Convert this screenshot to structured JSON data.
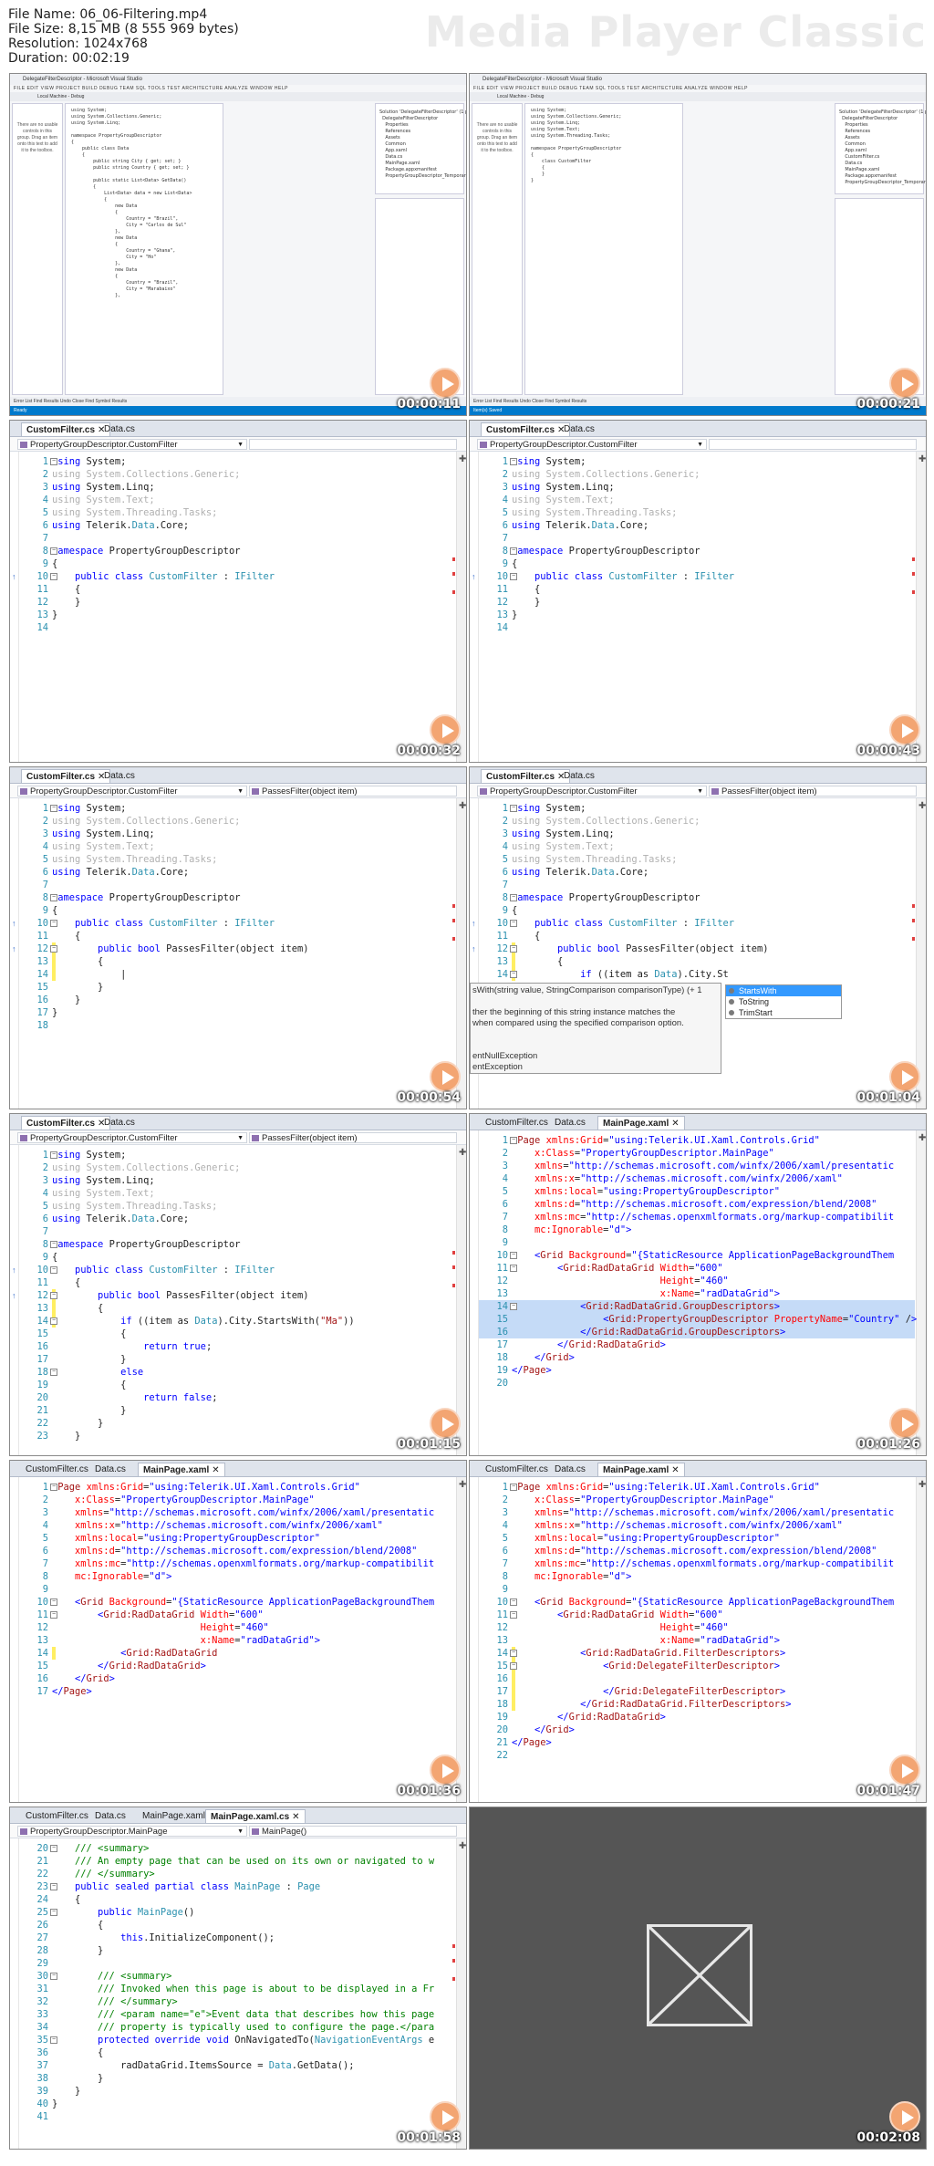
{
  "header": {
    "file_name": "File Name: 06_06-Filtering.mp4",
    "file_size": "File Size: 8,15 MB (8 555 969 bytes)",
    "resolution": "Resolution: 1024x768",
    "duration": "Duration: 00:02:19",
    "brand": "Media Player Classic"
  },
  "frames": [
    {
      "timestamp": "00:00:11",
      "window_title": "DelegateFilterDescriptor - Microsoft Visual Studio",
      "menu": "FILE EDIT VIEW PROJECT BUILD DEBUG TEAM SQL TOOLS TEST ARCHITECTURE ANALYZE WINDOW HELP",
      "toolbar": "Local Machine - Debug",
      "toolbox_text": "There are no usable controls in this group. Drag an item onto this text to add it to the toolbox.",
      "code": "using System;\nusing System.Collections.Generic;\nusing System.Linq;\n\nnamespace PropertyGroupDescriptor\n{\n    public class Data\n    {\n        public string City { get; set; }\n        public string Country { get; set; }\n\n        public static List<Data> GetData()\n        {\n            List<Data> data = new List<Data>\n            {\n                new Data\n                {\n                    Country = \"Brazil\",\n                    City = \"Carlos de Sul\"\n                },\n                new Data\n                {\n                    Country = \"Ghana\",\n                    City = \"Ho\"\n                },\n                new Data\n                {\n                    Country = \"Brazil\",\n                    City = \"Marabaixo\"\n                },",
      "solution": "Solution 'DelegateFilterDescriptor' (1 project)\n  DelegateFilterDescriptor\n    Properties\n    References\n    Assets\n    Common\n    App.xaml\n    Data.cs\n    MainPage.xaml\n    Package.appxmanifest\n    PropertyGroupDescriptor_TemporaryKey",
      "status": "Ready",
      "output_tabs": "Error List   Find Results   Undo Close   Find Symbol Results"
    },
    {
      "timestamp": "00:00:21",
      "window_title": "DelegateFilterDescriptor - Microsoft Visual Studio",
      "menu": "FILE EDIT VIEW PROJECT BUILD DEBUG TEAM SQL TOOLS TEST ARCHITECTURE ANALYZE WINDOW HELP",
      "toolbar": "Local Machine - Debug",
      "toolbox_text": "There are no usable controls in this group. Drag an item onto this text to add it to the toolbox.",
      "code": "using System;\nusing System.Collections.Generic;\nusing System.Linq;\nusing System.Text;\nusing System.Threading.Tasks;\n\nnamespace PropertyGroupDescriptor\n{\n    class CustomFilter\n    {\n    }\n}",
      "solution": "Solution 'DelegateFilterDescriptor' (1 project)\n  DelegateFilterDescriptor\n    Properties\n    References\n    Assets\n    Common\n    App.xaml\n    CustomFilter.cs\n    Data.cs\n    MainPage.xaml\n    Package.appxmanifest\n    PropertyGroupDescriptor_TemporaryKey",
      "status": "Item(s) Saved",
      "output_tabs": "Error List   Find Results   Undo Close   Find Symbol Results"
    },
    {
      "timestamp": "00:00:32",
      "tabs": [
        "CustomFilter.cs",
        "Data.cs"
      ],
      "nav_left": "PropertyGroupDescriptor.CustomFilter",
      "nav_right": "",
      "lines": [
        [
          1,
          "using System;"
        ],
        [
          2,
          "using System.Collections.Generic;"
        ],
        [
          3,
          "using System.Linq;"
        ],
        [
          4,
          "using System.Text;"
        ],
        [
          5,
          "using System.Threading.Tasks;"
        ],
        [
          6,
          "using Telerik.Data.Core;"
        ],
        [
          7,
          ""
        ],
        [
          8,
          "namespace PropertyGroupDescriptor"
        ],
        [
          9,
          "{"
        ],
        [
          10,
          "    public class CustomFilter : IFilter"
        ],
        [
          11,
          "    {"
        ],
        [
          12,
          "    }"
        ],
        [
          13,
          "}"
        ],
        [
          14,
          ""
        ]
      ]
    },
    {
      "timestamp": "00:00:43",
      "tabs": [
        "CustomFilter.cs",
        "Data.cs"
      ],
      "nav_left": "PropertyGroupDescriptor.CustomFilter",
      "nav_right": "",
      "lines": [
        [
          1,
          "using System;"
        ],
        [
          2,
          "using System.Collections.Generic;"
        ],
        [
          3,
          "using System.Linq;"
        ],
        [
          4,
          "using System.Text;"
        ],
        [
          5,
          "using System.Threading.Tasks;"
        ],
        [
          6,
          "using Telerik.Data.Core;"
        ],
        [
          7,
          ""
        ],
        [
          8,
          "namespace PropertyGroupDescriptor"
        ],
        [
          9,
          "{"
        ],
        [
          10,
          "    public class CustomFilter : IFilter"
        ],
        [
          11,
          "    {"
        ],
        [
          12,
          "    }"
        ],
        [
          13,
          "}"
        ],
        [
          14,
          ""
        ]
      ]
    },
    {
      "timestamp": "00:00:54",
      "tabs": [
        "CustomFilter.cs",
        "Data.cs"
      ],
      "nav_left": "PropertyGroupDescriptor.CustomFilter",
      "nav_right": "PassesFilter(object item)",
      "lines": [
        [
          1,
          "using System;"
        ],
        [
          2,
          "using System.Collections.Generic;"
        ],
        [
          3,
          "using System.Linq;"
        ],
        [
          4,
          "using System.Text;"
        ],
        [
          5,
          "using System.Threading.Tasks;"
        ],
        [
          6,
          "using Telerik.Data.Core;"
        ],
        [
          7,
          ""
        ],
        [
          8,
          "namespace PropertyGroupDescriptor"
        ],
        [
          9,
          "{"
        ],
        [
          10,
          "    public class CustomFilter : IFilter"
        ],
        [
          11,
          "    {"
        ],
        [
          12,
          "        public bool PassesFilter(object item)"
        ],
        [
          13,
          "        {"
        ],
        [
          14,
          "            |"
        ],
        [
          15,
          "        }"
        ],
        [
          16,
          "    }"
        ],
        [
          17,
          "}"
        ],
        [
          18,
          ""
        ]
      ]
    },
    {
      "timestamp": "00:01:04",
      "tabs": [
        "CustomFilter.cs",
        "Data.cs"
      ],
      "nav_left": "PropertyGroupDescriptor.CustomFilter",
      "nav_right": "PassesFilter(object item)",
      "lines": [
        [
          1,
          "using System;"
        ],
        [
          2,
          "using System.Collections.Generic;"
        ],
        [
          3,
          "using System.Linq;"
        ],
        [
          4,
          "using System.Text;"
        ],
        [
          5,
          "using System.Threading.Tasks;"
        ],
        [
          6,
          "using Telerik.Data.Core;"
        ],
        [
          7,
          ""
        ],
        [
          8,
          "namespace PropertyGroupDescriptor"
        ],
        [
          9,
          "{"
        ],
        [
          10,
          "    public class CustomFilter : IFilter"
        ],
        [
          11,
          "    {"
        ],
        [
          12,
          "        public bool PassesFilter(object item)"
        ],
        [
          13,
          "        {"
        ],
        [
          14,
          "            if ((item as Data).City.St"
        ]
      ],
      "intellisense": [
        "StartsWith",
        "ToString",
        "TrimStart"
      ],
      "tooltip": [
        "sWith(string value, StringComparison comparisonType)  (+ 1",
        "",
        "ther the beginning of this string instance matches the",
        "when compared using the specified comparison option.",
        "",
        "",
        "entNullException",
        "entException"
      ]
    },
    {
      "timestamp": "00:01:15",
      "tabs": [
        "CustomFilter.cs",
        "Data.cs"
      ],
      "nav_left": "PropertyGroupDescriptor.CustomFilter",
      "nav_right": "PassesFilter(object item)",
      "lines": [
        [
          1,
          "using System;"
        ],
        [
          2,
          "using System.Collections.Generic;"
        ],
        [
          3,
          "using System.Linq;"
        ],
        [
          4,
          "using System.Text;"
        ],
        [
          5,
          "using System.Threading.Tasks;"
        ],
        [
          6,
          "using Telerik.Data.Core;"
        ],
        [
          7,
          ""
        ],
        [
          8,
          "namespace PropertyGroupDescriptor"
        ],
        [
          9,
          "{"
        ],
        [
          10,
          "    public class CustomFilter : IFilter"
        ],
        [
          11,
          "    {"
        ],
        [
          12,
          "        public bool PassesFilter(object item)"
        ],
        [
          13,
          "        {"
        ],
        [
          14,
          "            if ((item as Data).City.StartsWith(\"Ma\"))"
        ],
        [
          15,
          "            {"
        ],
        [
          16,
          "                return true;"
        ],
        [
          17,
          "            }"
        ],
        [
          18,
          "            else"
        ],
        [
          19,
          "            {"
        ],
        [
          20,
          "                return false;"
        ],
        [
          21,
          "            }"
        ],
        [
          22,
          "        }"
        ],
        [
          23,
          "    }"
        ]
      ]
    },
    {
      "timestamp": "00:01:26",
      "tabs": [
        "CustomFilter.cs",
        "Data.cs",
        "MainPage.xaml"
      ],
      "nav_left": "",
      "nav_right": "",
      "lines": [
        [
          1,
          "<Page xmlns:Grid=\"using:Telerik.UI.Xaml.Controls.Grid\""
        ],
        [
          2,
          "    x:Class=\"PropertyGroupDescriptor.MainPage\""
        ],
        [
          3,
          "    xmlns=\"http://schemas.microsoft.com/winfx/2006/xaml/presentatic"
        ],
        [
          4,
          "    xmlns:x=\"http://schemas.microsoft.com/winfx/2006/xaml\""
        ],
        [
          5,
          "    xmlns:local=\"using:PropertyGroupDescriptor\""
        ],
        [
          6,
          "    xmlns:d=\"http://schemas.microsoft.com/expression/blend/2008\""
        ],
        [
          7,
          "    xmlns:mc=\"http://schemas.openxmlformats.org/markup-compatibilit"
        ],
        [
          8,
          "    mc:Ignorable=\"d\">"
        ],
        [
          9,
          ""
        ],
        [
          10,
          "    <Grid Background=\"{StaticResource ApplicationPageBackgroundThem"
        ],
        [
          11,
          "        <Grid:RadDataGrid Width=\"600\""
        ],
        [
          12,
          "                          Height=\"460\""
        ],
        [
          13,
          "                          x:Name=\"radDataGrid\">"
        ],
        [
          14,
          "            <Grid:RadDataGrid.GroupDescriptors>"
        ],
        [
          15,
          "                <Grid:PropertyGroupDescriptor PropertyName=\"Country\" />"
        ],
        [
          16,
          "            </Grid:RadDataGrid.GroupDescriptors>"
        ],
        [
          17,
          "        </Grid:RadDataGrid>"
        ],
        [
          18,
          "    </Grid>"
        ],
        [
          19,
          "</Page>"
        ],
        [
          20,
          ""
        ]
      ]
    },
    {
      "timestamp": "00:01:36",
      "tabs": [
        "CustomFilter.cs",
        "Data.cs",
        "MainPage.xaml"
      ],
      "nav_left": "",
      "nav_right": "",
      "lines": [
        [
          1,
          "<Page xmlns:Grid=\"using:Telerik.UI.Xaml.Controls.Grid\""
        ],
        [
          2,
          "    x:Class=\"PropertyGroupDescriptor.MainPage\""
        ],
        [
          3,
          "    xmlns=\"http://schemas.microsoft.com/winfx/2006/xaml/presentatic"
        ],
        [
          4,
          "    xmlns:x=\"http://schemas.microsoft.com/winfx/2006/xaml\""
        ],
        [
          5,
          "    xmlns:local=\"using:PropertyGroupDescriptor\""
        ],
        [
          6,
          "    xmlns:d=\"http://schemas.microsoft.com/expression/blend/2008\""
        ],
        [
          7,
          "    xmlns:mc=\"http://schemas.openxmlformats.org/markup-compatibilit"
        ],
        [
          8,
          "    mc:Ignorable=\"d\">"
        ],
        [
          9,
          ""
        ],
        [
          10,
          "    <Grid Background=\"{StaticResource ApplicationPageBackgroundThem"
        ],
        [
          11,
          "        <Grid:RadDataGrid Width=\"600\""
        ],
        [
          12,
          "                          Height=\"460\""
        ],
        [
          13,
          "                          x:Name=\"radDataGrid\">"
        ],
        [
          14,
          "            <Grid:RadDataGrid"
        ],
        [
          15,
          "        </Grid:RadDataGrid>"
        ],
        [
          16,
          "    </Grid>"
        ],
        [
          17,
          "</Page>"
        ]
      ]
    },
    {
      "timestamp": "00:01:47",
      "tabs": [
        "CustomFilter.cs",
        "Data.cs",
        "MainPage.xaml"
      ],
      "nav_left": "",
      "nav_right": "",
      "lines": [
        [
          1,
          "<Page xmlns:Grid=\"using:Telerik.UI.Xaml.Controls.Grid\""
        ],
        [
          2,
          "    x:Class=\"PropertyGroupDescriptor.MainPage\""
        ],
        [
          3,
          "    xmlns=\"http://schemas.microsoft.com/winfx/2006/xaml/presentatic"
        ],
        [
          4,
          "    xmlns:x=\"http://schemas.microsoft.com/winfx/2006/xaml\""
        ],
        [
          5,
          "    xmlns:local=\"using:PropertyGroupDescriptor\""
        ],
        [
          6,
          "    xmlns:d=\"http://schemas.microsoft.com/expression/blend/2008\""
        ],
        [
          7,
          "    xmlns:mc=\"http://schemas.openxmlformats.org/markup-compatibilit"
        ],
        [
          8,
          "    mc:Ignorable=\"d\">"
        ],
        [
          9,
          ""
        ],
        [
          10,
          "    <Grid Background=\"{StaticResource ApplicationPageBackgroundThem"
        ],
        [
          11,
          "        <Grid:RadDataGrid Width=\"600\""
        ],
        [
          12,
          "                          Height=\"460\""
        ],
        [
          13,
          "                          x:Name=\"radDataGrid\">"
        ],
        [
          14,
          "            <Grid:RadDataGrid.FilterDescriptors>"
        ],
        [
          15,
          "                <Grid:DelegateFilterDescriptor>"
        ],
        [
          16,
          ""
        ],
        [
          17,
          "                </Grid:DelegateFilterDescriptor>"
        ],
        [
          18,
          "            </Grid:RadDataGrid.FilterDescriptors>"
        ],
        [
          19,
          "        </Grid:RadDataGrid>"
        ],
        [
          20,
          "    </Grid>"
        ],
        [
          21,
          "</Page>"
        ],
        [
          22,
          ""
        ]
      ]
    },
    {
      "timestamp": "00:01:58",
      "tabs": [
        "CustomFilter.cs",
        "Data.cs",
        "MainPage.xaml",
        "MainPage.xaml.cs"
      ],
      "nav_left": "PropertyGroupDescriptor.MainPage",
      "nav_right": "MainPage()",
      "lines": [
        [
          20,
          "    /// <summary>"
        ],
        [
          21,
          "    /// An empty page that can be used on its own or navigated to w"
        ],
        [
          22,
          "    /// </summary>"
        ],
        [
          23,
          "    public sealed partial class MainPage : Page"
        ],
        [
          24,
          "    {"
        ],
        [
          25,
          "        public MainPage()"
        ],
        [
          26,
          "        {"
        ],
        [
          27,
          "            this.InitializeComponent();"
        ],
        [
          28,
          "        }"
        ],
        [
          29,
          ""
        ],
        [
          30,
          "        /// <summary>"
        ],
        [
          31,
          "        /// Invoked when this page is about to be displayed in a Fr"
        ],
        [
          32,
          "        /// </summary>"
        ],
        [
          33,
          "        /// <param name=\"e\">Event data that describes how this page"
        ],
        [
          34,
          "        /// property is typically used to configure the page.</para"
        ],
        [
          35,
          "        protected override void OnNavigatedTo(NavigationEventArgs e"
        ],
        [
          36,
          "        {"
        ],
        [
          37,
          "            radDataGrid.ItemsSource = Data.GetData();"
        ],
        [
          38,
          "        }"
        ],
        [
          39,
          "    }"
        ],
        [
          40,
          "}"
        ],
        [
          41,
          ""
        ]
      ]
    },
    {
      "timestamp": "00:02:08"
    }
  ],
  "colors": {
    "keyword": "#0000ff",
    "type": "#2b91af",
    "string": "#a31515",
    "comment": "#008000",
    "line_number": "#2b91af",
    "play_button": "#f3a572",
    "vs_status": "#007acc"
  }
}
